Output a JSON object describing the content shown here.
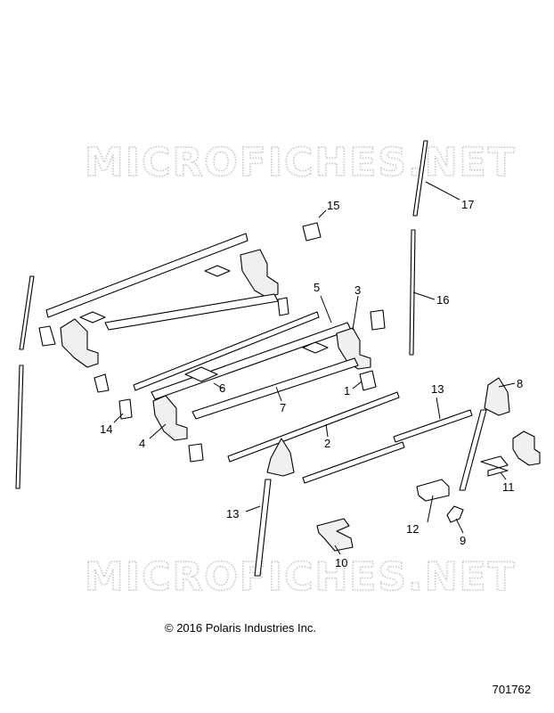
{
  "watermark": "MICROFICHES.NET",
  "callouts": {
    "c1": "1",
    "c2": "2",
    "c3": "3",
    "c4": "4",
    "c5": "5",
    "c6": "6",
    "c7": "7",
    "c8": "8",
    "c9": "9",
    "c10": "10",
    "c11": "11",
    "c12": "12",
    "c13a": "13",
    "c13b": "13",
    "c14": "14",
    "c15": "15",
    "c16": "16",
    "c17": "17"
  },
  "copyright": "© 2016 Polaris Industries Inc.",
  "drawing_number": "701762"
}
